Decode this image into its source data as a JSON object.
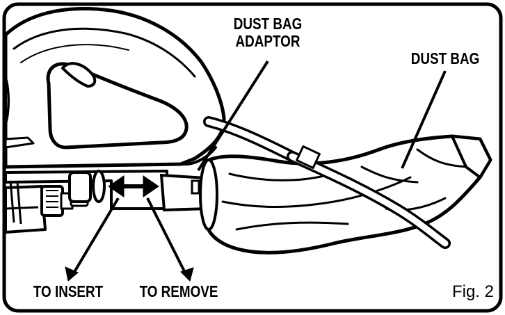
{
  "labels": {
    "adaptor_line1": "DUST BAG",
    "adaptor_line2": "ADAPTOR",
    "dust_bag": "DUST BAG",
    "to_insert": "TO INSERT",
    "to_remove": "TO REMOVE",
    "figure": "Fig. 2"
  },
  "colors": {
    "ink": "#000000",
    "paper": "#ffffff"
  }
}
